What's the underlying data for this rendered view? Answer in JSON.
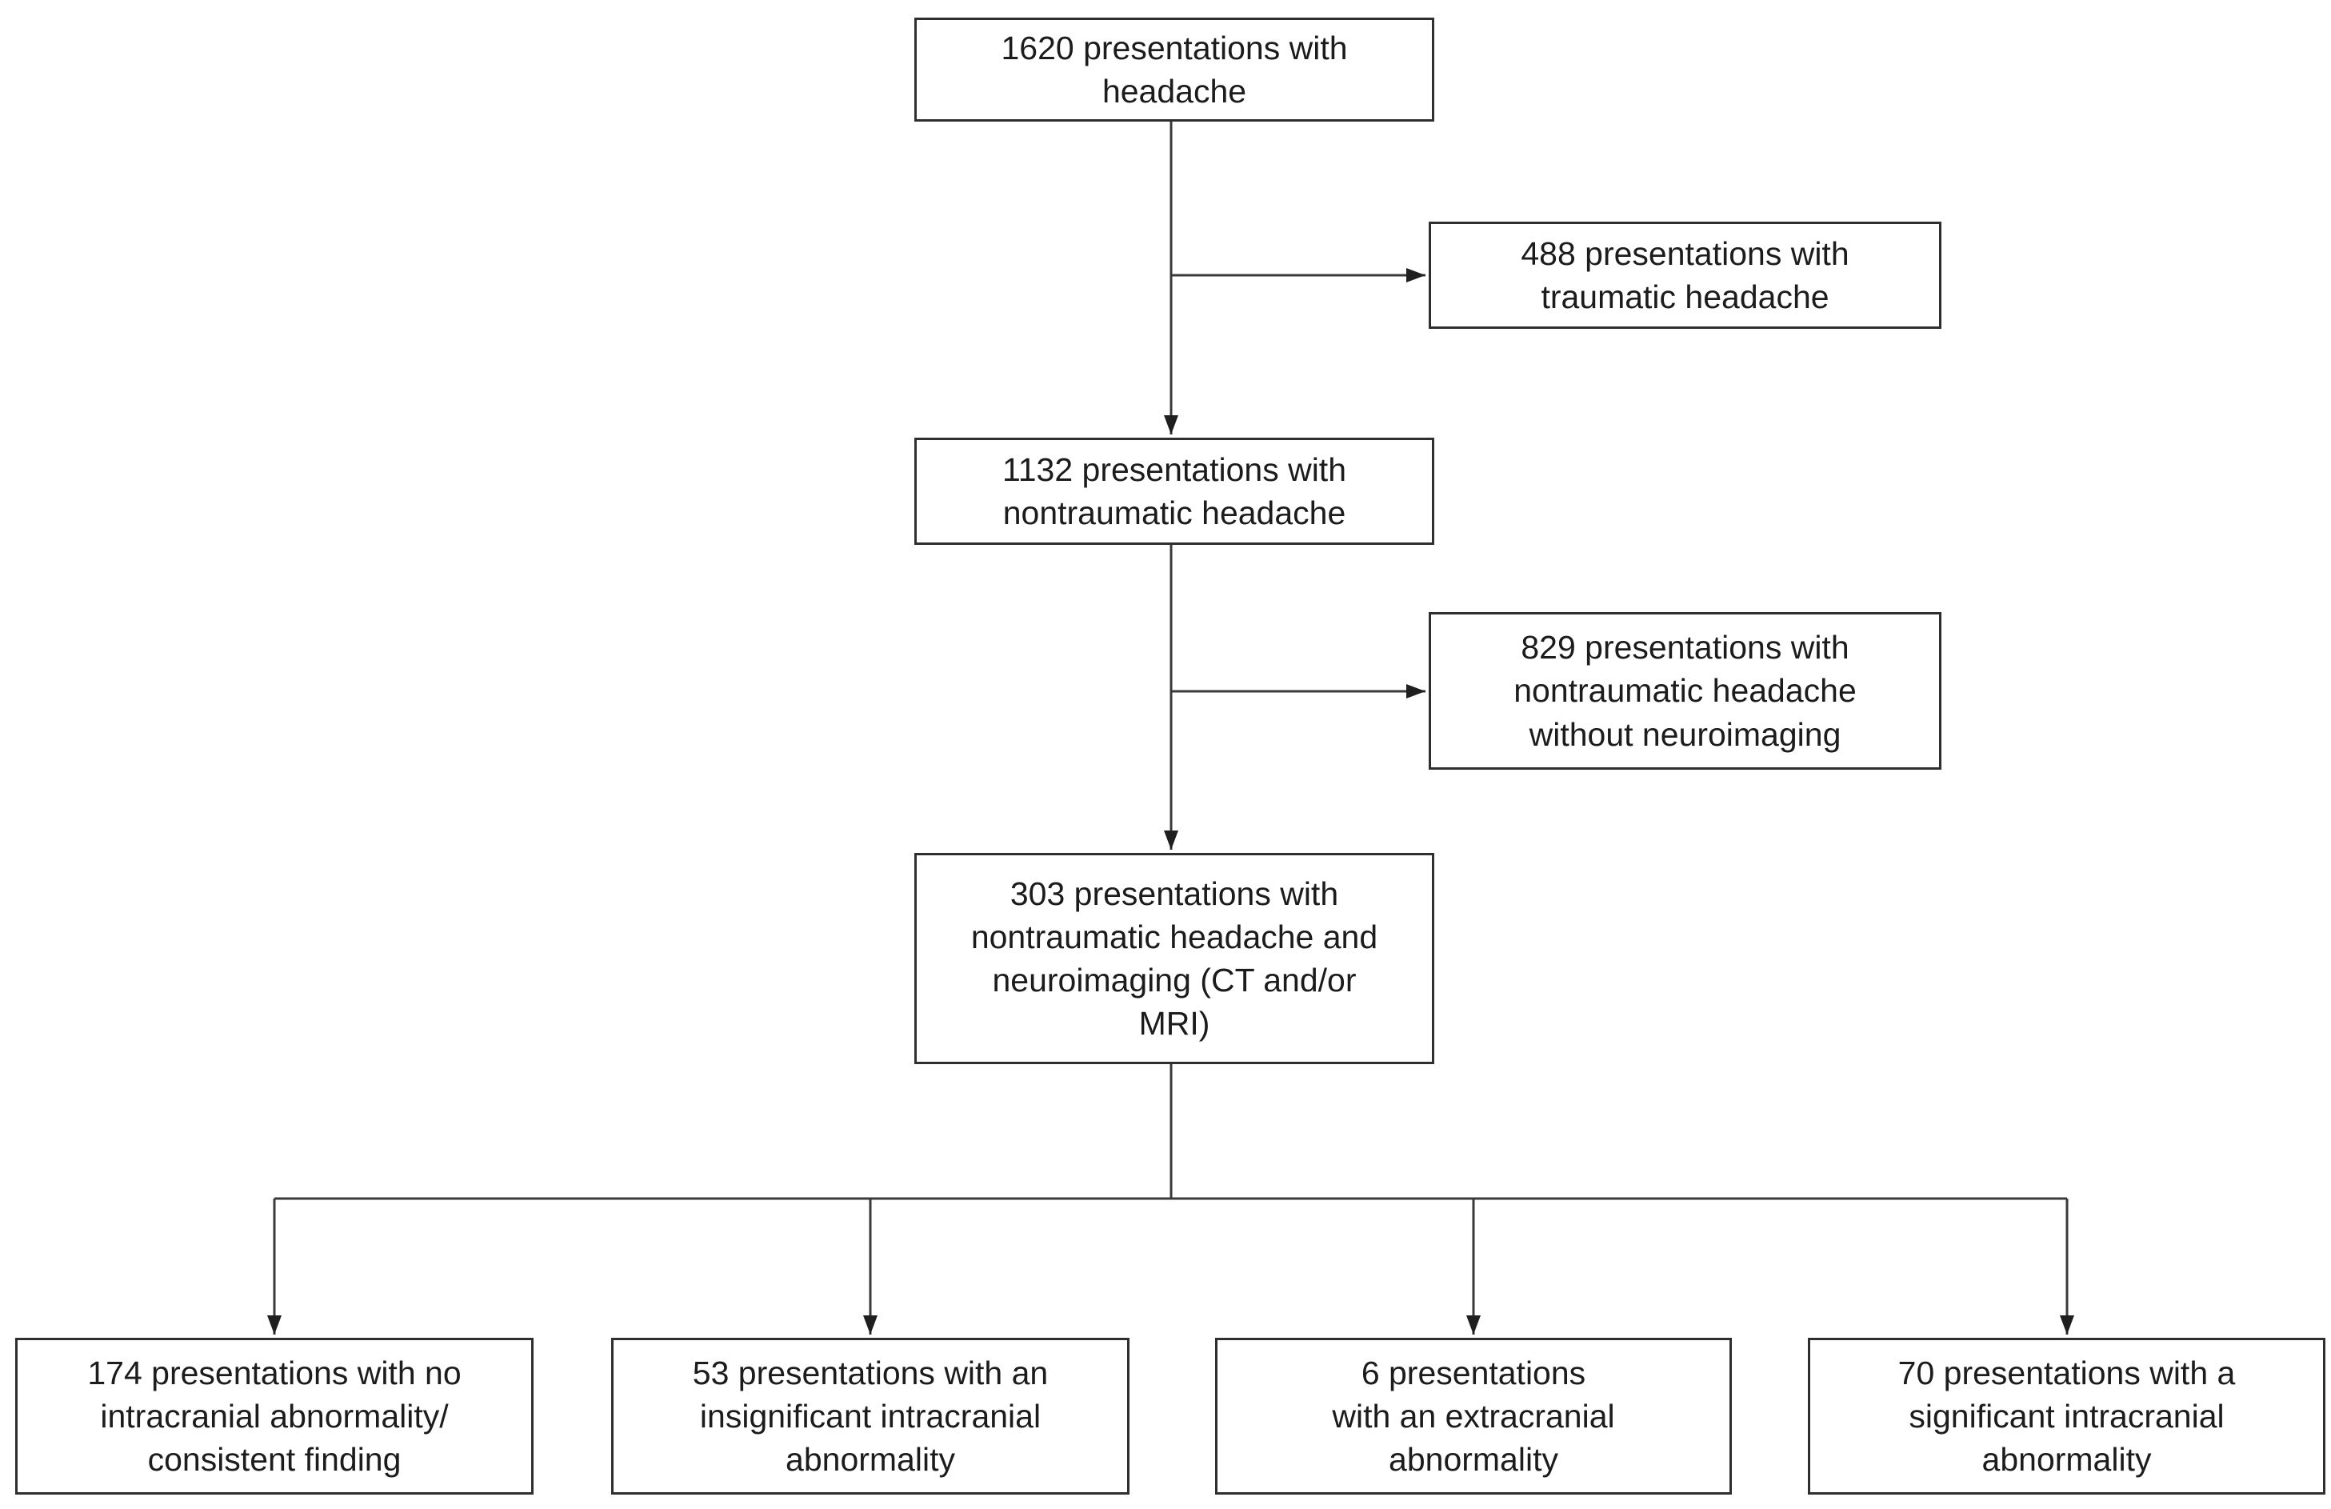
{
  "flowchart": {
    "type": "flowchart",
    "colors": {
      "background": "#ffffff",
      "box_border": "#2f2f2f",
      "connector_line": "#3a3a3a",
      "arrowhead": "#1f1f1f",
      "text": "#1c1c1c"
    },
    "nodes": [
      {
        "id": "headache-total",
        "count": "1620",
        "label": "1620 presentations with headache",
        "lines": [
          "1620 presentations with",
          "headache"
        ]
      },
      {
        "id": "traumatic",
        "count": "488",
        "label": "488 presentations with traumatic headache",
        "lines": [
          "488 presentations with",
          "traumatic headache"
        ]
      },
      {
        "id": "nontraumatic",
        "count": "1132",
        "label": "1132 presentations with nontraumatic headache",
        "lines": [
          "1132 presentations with",
          "nontraumatic headache"
        ]
      },
      {
        "id": "no-neuroimaging",
        "count": "829",
        "label": "829 presentations with nontraumatic headache without neuroimaging",
        "lines": [
          "829 presentations with",
          "nontraumatic headache",
          "without neuroimaging"
        ]
      },
      {
        "id": "neuroimaging",
        "count": "303",
        "label": "303 presentations with nontraumatic headache and neuroimaging (CT and/or MRI)",
        "lines": [
          "303 presentations with",
          "nontraumatic headache and",
          "neuroimaging (CT and/or",
          "MRI)"
        ]
      },
      {
        "id": "no-intracranial-abnormality",
        "count": "174",
        "label": "174 presentations with no intracranial abnormality/ consistent finding",
        "lines": [
          "174 presentations with no",
          "intracranial abnormality/",
          "consistent finding"
        ]
      },
      {
        "id": "insignificant-intracranial-abnormality",
        "count": "53",
        "label": "53 presentations with an insignificant intracranial abnormality",
        "lines": [
          "53 presentations with an",
          "insignificant intracranial",
          "abnormality"
        ]
      },
      {
        "id": "extracranial-abnormality",
        "count": "6",
        "label": "6 presentations with an extracranial abnormality",
        "lines": [
          "6 presentations",
          "with an extracranial",
          "abnormality"
        ]
      },
      {
        "id": "significant-intracranial-abnormality",
        "count": "70",
        "label": "70 presentations with a significant intracranial abnormality",
        "lines": [
          "70 presentations with a",
          "significant intracranial",
          "abnormality"
        ]
      }
    ],
    "edges": [
      {
        "from": "headache-total",
        "to": "nontraumatic",
        "arrow": true
      },
      {
        "from": "headache-total",
        "to": "traumatic",
        "arrow": true
      },
      {
        "from": "nontraumatic",
        "to": "neuroimaging",
        "arrow": true
      },
      {
        "from": "nontraumatic",
        "to": "no-neuroimaging",
        "arrow": true
      },
      {
        "from": "neuroimaging",
        "to": "no-intracranial-abnormality",
        "arrow": true
      },
      {
        "from": "neuroimaging",
        "to": "insignificant-intracranial-abnormality",
        "arrow": true
      },
      {
        "from": "neuroimaging",
        "to": "extracranial-abnormality",
        "arrow": true
      },
      {
        "from": "neuroimaging",
        "to": "significant-intracranial-abnormality",
        "arrow": true
      }
    ]
  }
}
